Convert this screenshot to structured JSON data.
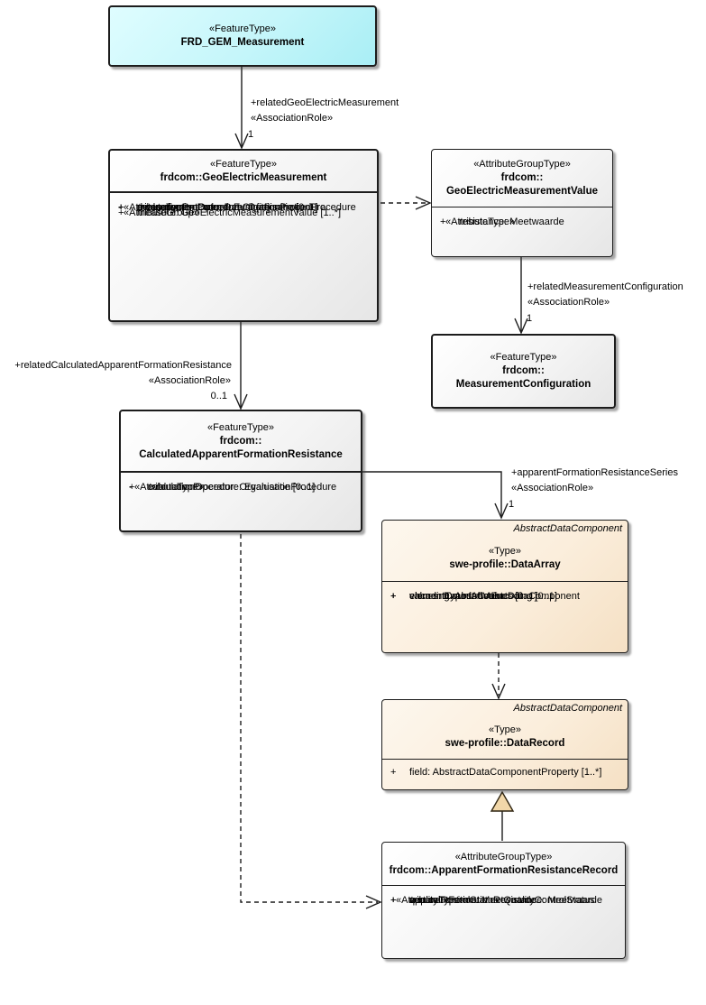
{
  "diagram": {
    "colors": {
      "feature_highlight_fill": "#C5F6FA",
      "default_node_fill": "#F2F2F2",
      "swe_node_fill": "#FBEEDC",
      "generalization_triangle_fill": "#F1D7A9",
      "line": "#1C1C1C"
    },
    "boxes": {
      "frd_gem_measurement": {
        "stereotype": "«FeatureType»",
        "name": "FRD_GEM_Measurement"
      },
      "geo_electric_measurement": {
        "stereotype": "«FeatureType»",
        "name": "frdcom::GeoElectricMeasurement",
        "rows": [
          {
            "vis": "",
            "text": "«AttributeType»"
          },
          {
            "vis": "+",
            "text": "measurementDate: Datum {id}"
          },
          {
            "vis": "-",
            "text": "measurementOperator: Organisatie [0..1]"
          },
          {
            "vis": "+",
            "text": "determinationProcedure: DeterminationProcedure"
          },
          {
            "vis": "+",
            "text": "evaluationProcedure: EvaluationProcedure"
          },
          {
            "vis": "",
            "text": "«AttributeGroup»"
          },
          {
            "vis": "+",
            "text": "measure: GeoElectricMeasurementValue [1..*]"
          }
        ]
      },
      "geo_electric_measurement_value": {
        "stereotype": "«AttributeGroupType»",
        "name_line1": "frdcom::",
        "name_line2": "GeoElectricMeasurementValue",
        "rows": [
          {
            "vis": "",
            "text": "«AttributeType»"
          },
          {
            "vis": "+",
            "text": "resistance: Meetwaarde"
          }
        ]
      },
      "measurement_configuration": {
        "stereotype": "«FeatureType»",
        "name_line1": "frdcom::",
        "name_line2": "MeasurementConfiguration"
      },
      "calculated_apparent_formation_resistance": {
        "stereotype": "«FeatureType»",
        "name_line1": "frdcom::",
        "name_line2": "CalculatedApparentFormationResistance",
        "rows": [
          {
            "vis": "",
            "text": "«AttributeType»"
          },
          {
            "vis": "-",
            "text": "calculationOperator: Organisatie [0..1]"
          },
          {
            "vis": "+",
            "text": "evaluationProcedure: EvaluationProcedure"
          }
        ]
      },
      "data_array": {
        "abstract_label": "AbstractDataComponent",
        "stereotype": "«Type»",
        "name": "swe-profile::DataArray",
        "rows": [
          {
            "vis": "+",
            "text": "elementCount: Count"
          },
          {
            "vis": "+",
            "text": "elementType: AbstractDataComponent"
          },
          {
            "vis": "+",
            "text": "encoding: AbstractEncoding [0..1]"
          },
          {
            "vis": "+",
            "text": "values: EncodedValues [0..1]"
          }
        ]
      },
      "data_record": {
        "abstract_label": "AbstractDataComponent",
        "stereotype": "«Type»",
        "name": "swe-profile::DataRecord",
        "rows": [
          {
            "vis": "+",
            "text": "field: AbstractDataComponentProperty [1..*]"
          }
        ]
      },
      "apparent_formation_resistance_record": {
        "stereotype": "«AttributeGroupType»",
        "name": "frdcom::ApparentFormationResistanceRecord",
        "rows": [
          {
            "vis": "",
            "text": "«AttributeType»"
          },
          {
            "vis": "+",
            "text": "verticalPosition: Meetwaarde"
          },
          {
            "vis": "+",
            "text": "apparentFormationResistance: Meetwaarde"
          },
          {
            "vis": "+",
            "text": "qualityControlStatus: QualityControlStatus"
          }
        ]
      }
    },
    "connectors": {
      "related_geo_electric_measurement": {
        "role": "+relatedGeoElectricMeasurement",
        "stereotype": "«AssociationRole»",
        "multiplicity": "1"
      },
      "related_measurement_configuration": {
        "role": "+relatedMeasurementConfiguration",
        "stereotype": "«AssociationRole»",
        "multiplicity": "1"
      },
      "related_calculated_apparent_formation_resistance": {
        "role": "+relatedCalculatedApparentFormationResistance",
        "stereotype": "«AssociationRole»",
        "multiplicity": "0..1"
      },
      "apparent_formation_resistance_series": {
        "role": "+apparentFormationResistanceSeries",
        "stereotype": "«AssociationRole»",
        "multiplicity": "1"
      }
    }
  }
}
